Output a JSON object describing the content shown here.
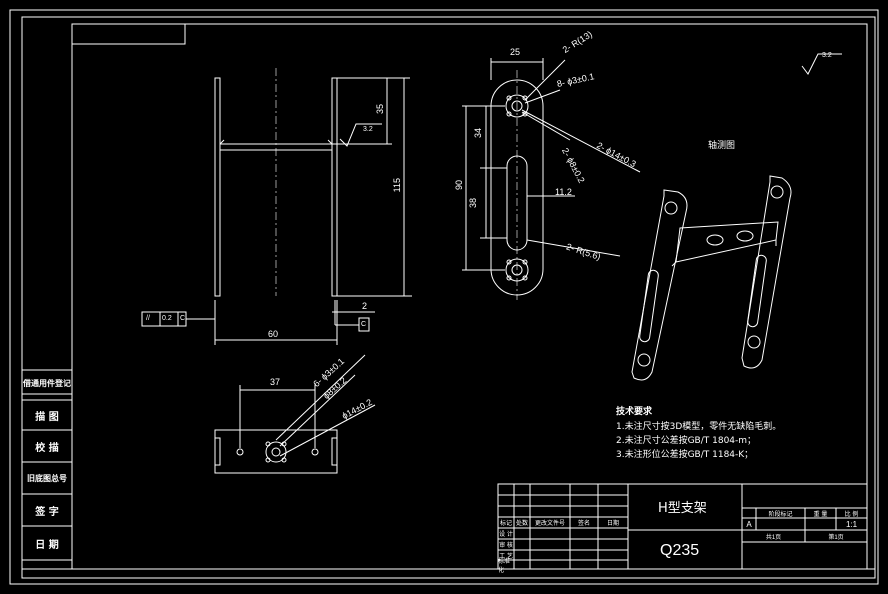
{
  "drawing": {
    "dims": {
      "top_width": "25",
      "radius_top": "2- R(13)",
      "holes_3": "8- ϕ3±0.1",
      "holes_14": "2- ϕ14±0.3",
      "holes_8": "2- ϕ8±0.2",
      "radius_slot": "2- R(5.6)",
      "d34": "34",
      "d90": "90",
      "d38": "38",
      "d11_2": "11.2",
      "d35": "35",
      "d115": "115",
      "d60": "60",
      "d2": "2",
      "d37": "37",
      "bottom_holes_3": "6- ϕ3±0.1",
      "bottom_holes_8": "ϕ8±0.2",
      "bottom_holes_14": "ϕ14±0.2",
      "roughness_local": "3.2",
      "roughness_global": "3.2",
      "datum": "C",
      "tolerance_symbol": "//",
      "tolerance_value": "0.2",
      "tolerance_datum": "C"
    },
    "iso_title": "轴测图",
    "tech": {
      "title": "技术要求",
      "line1": "1.未注尺寸按3D模型，零件无缺陷毛刺。",
      "line2": "2.未注尺寸公差按GB/T 1804-m；",
      "line3": "3.未注形位公差按GB/T 1184-K；"
    },
    "title_block": {
      "part_name": "H型支架",
      "material": "Q235",
      "scale": "1:1",
      "stage": "A",
      "h_stage": "阶段标记",
      "h_weight": "重 量",
      "h_scale": "比 例",
      "h_sheet": "共1页",
      "h_page": "第1页",
      "r1": "标记",
      "r2": "处数",
      "r3": "更改文件号",
      "r4": "签名",
      "r5": "日期",
      "r_design": "设 计",
      "r_check": "审 核",
      "r_tech": "工 艺",
      "r_std": "标准化"
    },
    "side": {
      "c1": "借通用件登记",
      "c2": "描 图",
      "c3": "校 描",
      "c4": "旧底图总号",
      "c5": "签 字",
      "c6": "日 期"
    }
  }
}
